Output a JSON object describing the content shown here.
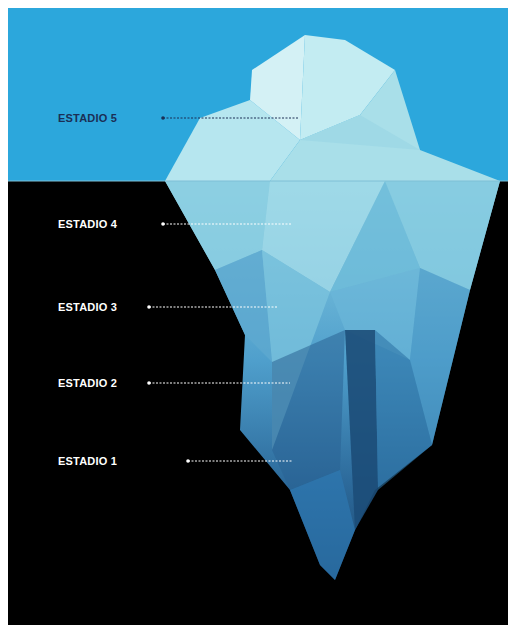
{
  "diagram": {
    "labels": [
      "ESTADIO 5",
      "ESTADIO 4",
      "ESTADIO 3",
      "ESTADIO 2",
      "ESTADIO 1"
    ]
  }
}
